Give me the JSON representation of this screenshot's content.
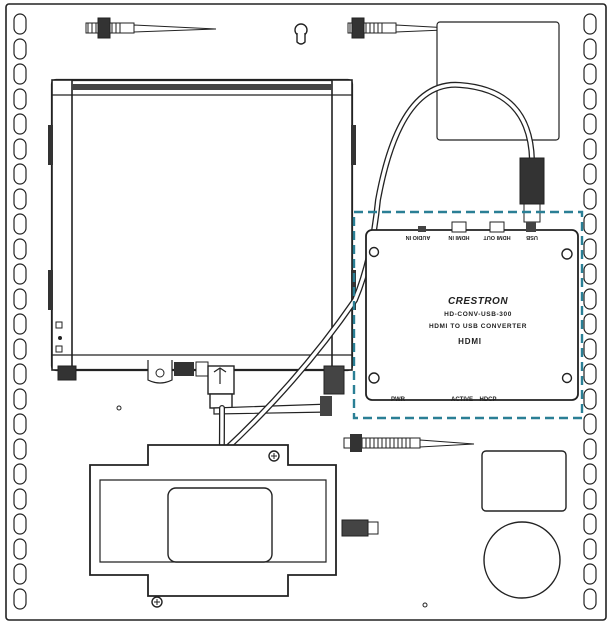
{
  "converter": {
    "brand": "CRESTRON",
    "model": "HD-CONV-USB-300",
    "description": "HDMI TO USB CONVERTER",
    "hdmi_logo": "HDMI",
    "ports_top": [
      "AUDIO IN",
      "HDMI IN",
      "HDMI OUT",
      "USB"
    ],
    "leds": [
      "PWR",
      "ACTIVE",
      "HDCP"
    ]
  },
  "highlight_color": "#2a7f95",
  "icons": [
    "keyhole-icon",
    "screw-icon",
    "usb-icon",
    "cable-tie-icon",
    "antenna-icon"
  ]
}
